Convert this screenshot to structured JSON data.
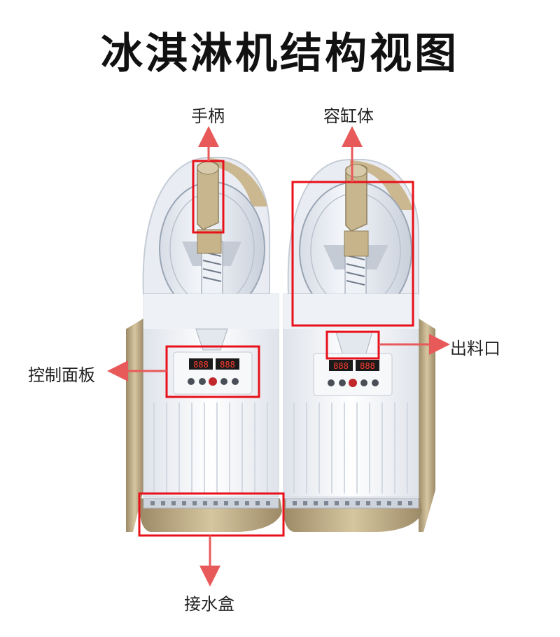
{
  "title": "冰淇淋机结构视图",
  "labels": {
    "handle": "手柄",
    "tank": "容缸体",
    "outlet": "出料口",
    "control_panel": "控制面板",
    "drip_tray": "接水盒"
  },
  "panel_display": {
    "left_digits": "888",
    "right_digits": "888"
  },
  "colors": {
    "highlight": "#e8101a",
    "arrow": "#e85a5a",
    "body_white": "#f2f4f7",
    "gold_trim": "#b8a47c",
    "hood": "#cbb890",
    "panel_button_red": "#c0282c"
  },
  "icons": {
    "arrow": "arrow-icon",
    "power_button": "power-button-icon"
  }
}
